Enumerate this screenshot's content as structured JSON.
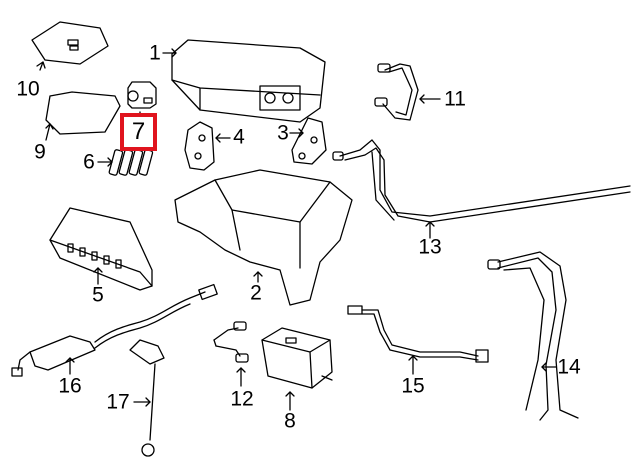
{
  "highlight_color": "#e0141e",
  "highlighted_part": "7",
  "callouts": {
    "p1": "1",
    "p2": "2",
    "p3": "3",
    "p4": "4",
    "p5": "5",
    "p6": "6",
    "p7": "7",
    "p8": "8",
    "p9": "9",
    "p10": "10",
    "p11": "11",
    "p12": "12",
    "p13": "13",
    "p14": "14",
    "p15": "15",
    "p16": "16",
    "p17": "17"
  }
}
